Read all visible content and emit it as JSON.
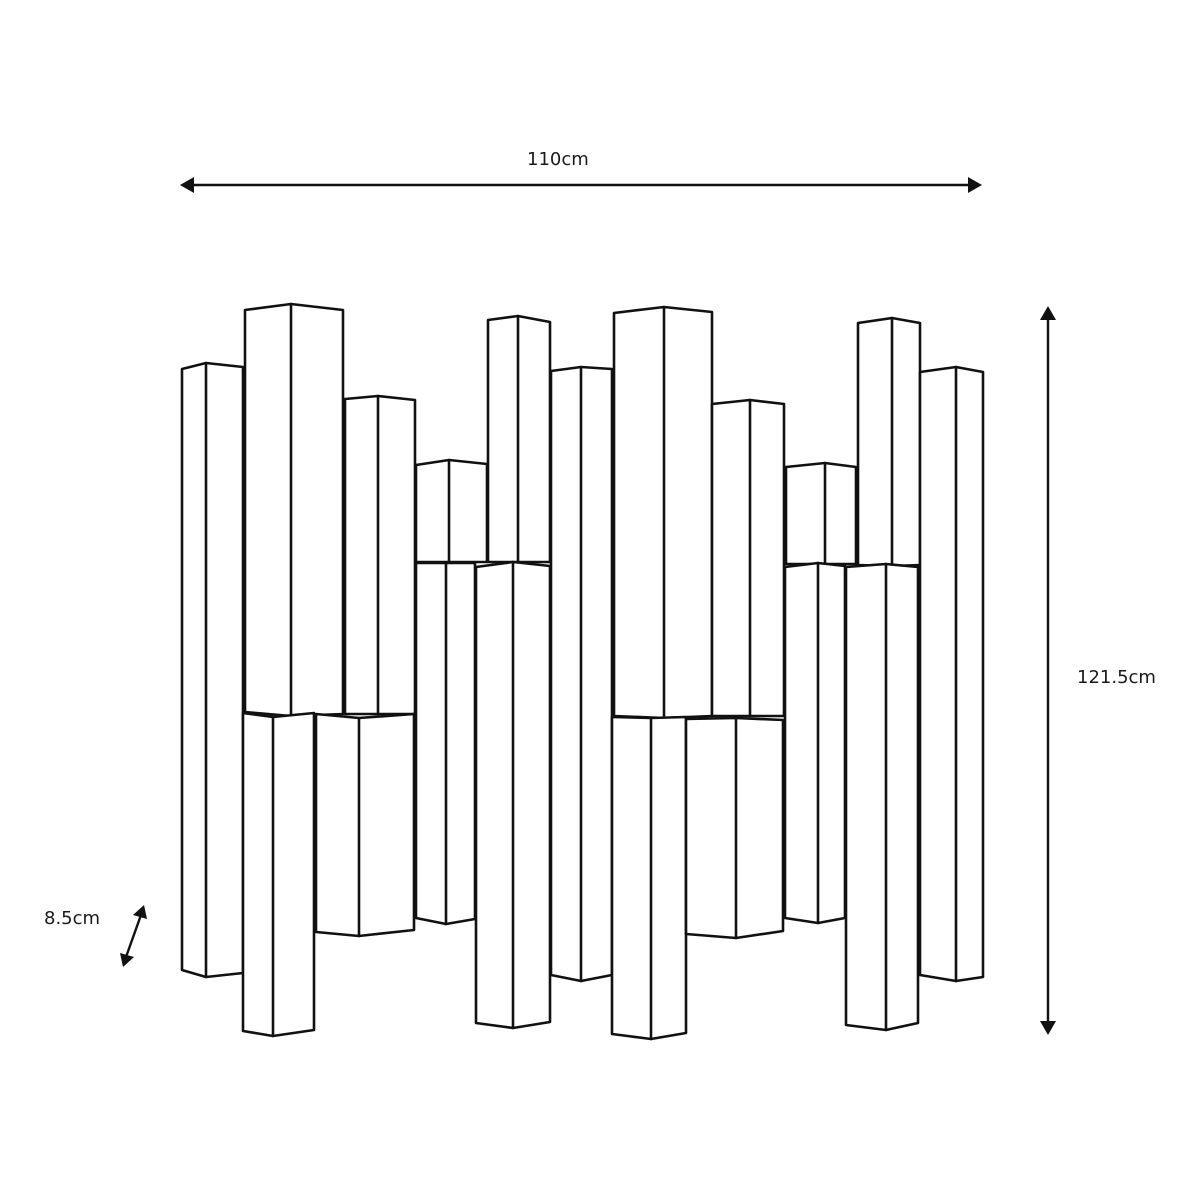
{
  "dimensions": {
    "width_label": "110cm",
    "height_label": "121.5cm",
    "depth_label": "8.5cm"
  },
  "colors": {
    "line": "#111111",
    "background": "#ffffff"
  }
}
